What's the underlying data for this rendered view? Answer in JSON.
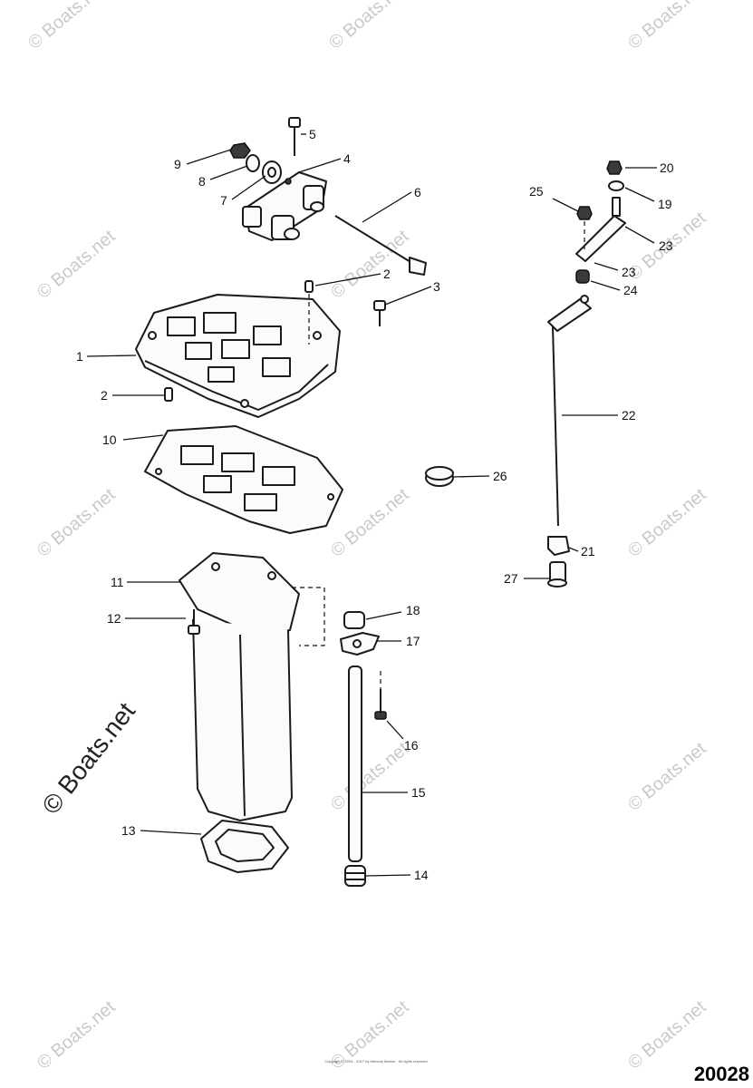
{
  "watermark": {
    "text": "© Boats.net",
    "large_text": "© Boats.net"
  },
  "diagram_number": "20028",
  "footer_text": "Copyright © 2004 - 2017 by Mercury Marine · All rights reserved",
  "callouts": [
    "1",
    "2",
    "2",
    "3",
    "4",
    "5",
    "6",
    "7",
    "8",
    "9",
    "10",
    "11",
    "12",
    "13",
    "14",
    "15",
    "16",
    "17",
    "18",
    "19",
    "20",
    "21",
    "22",
    "23",
    "23",
    "24",
    "25",
    "26",
    "27"
  ]
}
